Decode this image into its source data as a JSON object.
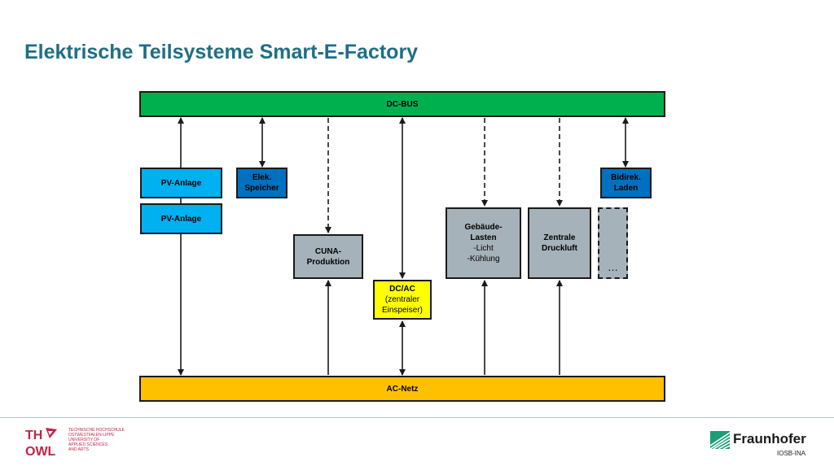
{
  "slide": {
    "title": "Elektrische Teilsysteme Smart-E-Factory"
  },
  "diagram": {
    "dc_bus": "DC-BUS",
    "ac_netz": "AC-Netz",
    "pv_anlage_1": "PV-Anlage",
    "pv_anlage_2": "PV-Anlage",
    "elek_speicher": [
      "Elek.",
      "Speicher"
    ],
    "cuna": [
      "CUNA-",
      "Produktion"
    ],
    "dcac": [
      "DC/AC",
      "(zentraler",
      "Einspeiser)"
    ],
    "gebaeude": [
      "Gebäude-",
      "Lasten",
      "-Licht",
      "-Kühlung"
    ],
    "druckluft": [
      "Zentrale",
      "Druckluft"
    ],
    "bidirek": [
      "Bidirek.",
      "Laden"
    ],
    "more": "…",
    "colors": {
      "dc_bus": "#00b04f",
      "ac_netz": "#ffc000",
      "pv": "#00b0f0",
      "storage": "#0070c0",
      "load": "#a6b2ba",
      "inverter": "#ffff00"
    }
  },
  "footer": {
    "th_owl_logo": "TH OWL",
    "th_owl_text": [
      "TECHNISCHE HOCHSCHULE",
      "OSTWESTFALEN-LIPPE",
      "UNIVERSITY OF",
      "APPLIED SCIENCES",
      "AND ARTS"
    ],
    "fraunhofer": "Fraunhofer",
    "fraunhofer_sub": "IOSB-INA"
  }
}
